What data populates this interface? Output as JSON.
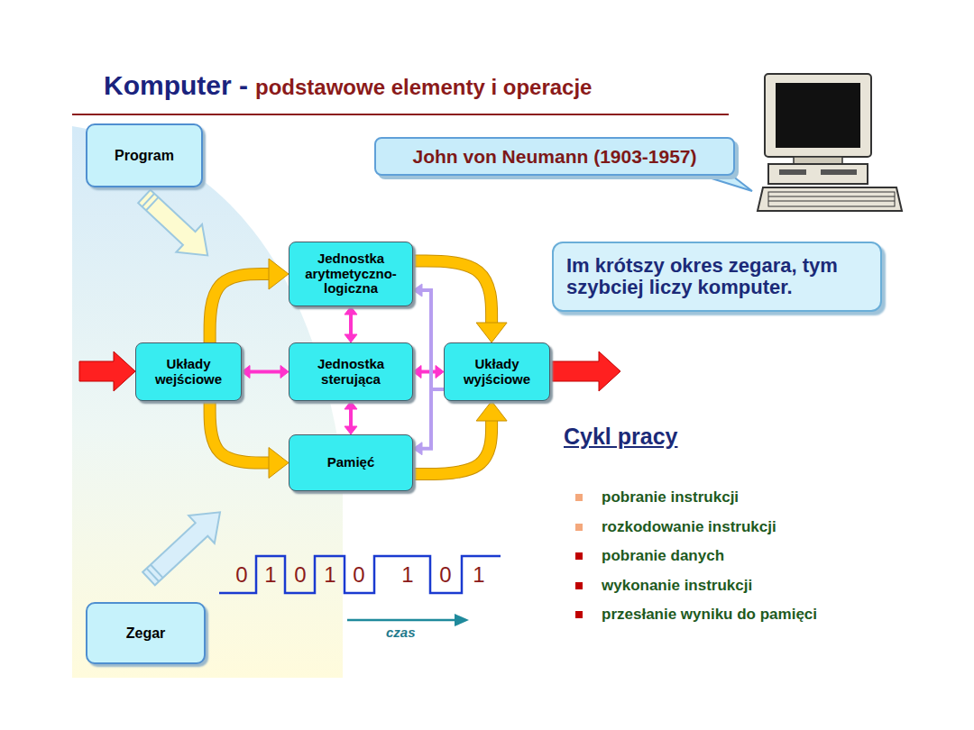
{
  "diagram": {
    "title": "Komputer -",
    "nodes": [
      {
        "text": [
          "Program"
        ]
      },
      {
        "text": [
          "John von Neumann (1903-1957)"
        ]
      },
      {
        "text": [
          "Jednostka arytmetyczno- logiczna"
        ]
      },
      {
        "text": [
          "Im krótszy okres zegara, tym szybciej liczy komputer."
        ]
      },
      {
        "text": [
          "Układy wejściowe"
        ]
      },
      {
        "text": [
          "Jednostka sterująca"
        ]
      },
      {
        "text": [
          "Układy wyjściowe"
        ]
      },
      {
        "text": [
          "Pamięć"
        ]
      },
      {
        "text": [
          "Zegar"
        ]
      }
    ],
    "edges": [
      {
        "from": 4,
        "to": 2,
        "arrow": "to"
      },
      {
        "from": 4,
        "to": 7,
        "arrow": "to"
      },
      {
        "from": 4,
        "to": 5,
        "arrow": "both"
      },
      {
        "from": 2,
        "to": 5,
        "arrow": "both"
      },
      {
        "from": 5,
        "to": 7,
        "arrow": "both"
      },
      {
        "from": 5,
        "to": 6,
        "arrow": "both"
      },
      {
        "from": 2,
        "to": 6,
        "arrow": "to"
      },
      {
        "from": 7,
        "to": 6,
        "arrow": "to"
      },
      {
        "from": 6,
        "to": 2,
        "arrow": "to"
      },
      {
        "from": 6,
        "to": 7,
        "arrow": "to"
      }
    ],
    "labels": [
      "podstawowe elementy i operacje",
      "Cykl pracy",
      "pobranie instrukcji",
      "rozkodowanie instrukcji",
      "pobranie danych",
      "wykonanie instrukcji",
      "przesłanie wyniku do pamięci",
      "0",
      "1",
      "0",
      "1",
      "0",
      "1",
      "0",
      "1",
      "czas"
    ]
  }
}
